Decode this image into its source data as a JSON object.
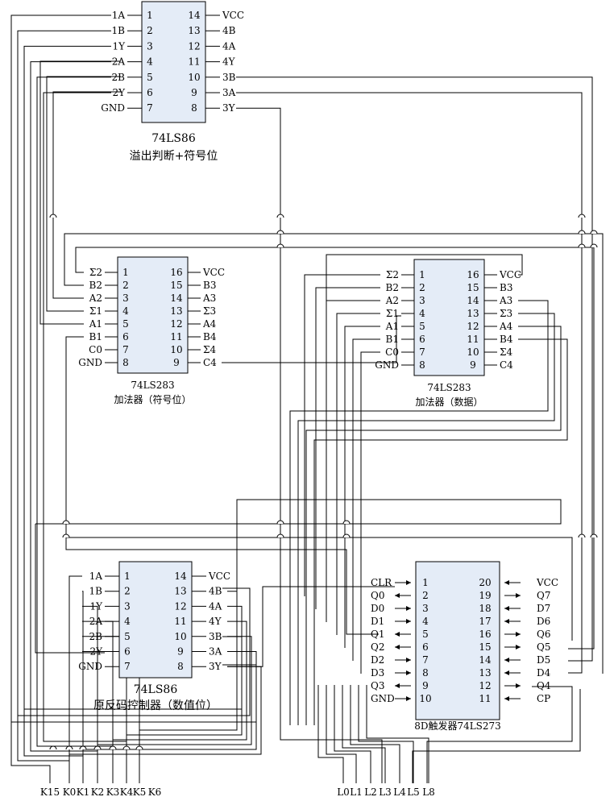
{
  "chips": {
    "u1": {
      "name": "74LS86",
      "caption": "溢出判断+符号位",
      "left": [
        {
          "sig": "1A",
          "pin": "1"
        },
        {
          "sig": "1B",
          "pin": "2"
        },
        {
          "sig": "1Y",
          "pin": "3"
        },
        {
          "sig": "2A",
          "pin": "4"
        },
        {
          "sig": "2B",
          "pin": "5"
        },
        {
          "sig": "2Y",
          "pin": "6"
        },
        {
          "sig": "GND",
          "pin": "7"
        }
      ],
      "right": [
        {
          "sig": "VCC",
          "pin": "14"
        },
        {
          "sig": "4B",
          "pin": "13"
        },
        {
          "sig": "4A",
          "pin": "12"
        },
        {
          "sig": "4Y",
          "pin": "11"
        },
        {
          "sig": "3B",
          "pin": "10"
        },
        {
          "sig": "3A",
          "pin": "9"
        },
        {
          "sig": "3Y",
          "pin": "8"
        }
      ]
    },
    "u2": {
      "name": "74LS283",
      "caption": "加法器（符号位）",
      "left": [
        {
          "sig": "Σ2",
          "pin": "1"
        },
        {
          "sig": "B2",
          "pin": "2"
        },
        {
          "sig": "A2",
          "pin": "3"
        },
        {
          "sig": "Σ1",
          "pin": "4"
        },
        {
          "sig": "A1",
          "pin": "5"
        },
        {
          "sig": "B1",
          "pin": "6"
        },
        {
          "sig": "C0",
          "pin": "7"
        },
        {
          "sig": "GND",
          "pin": "8"
        }
      ],
      "right": [
        {
          "sig": "VCC",
          "pin": "16"
        },
        {
          "sig": "B3",
          "pin": "15"
        },
        {
          "sig": "A3",
          "pin": "14"
        },
        {
          "sig": "Σ3",
          "pin": "13"
        },
        {
          "sig": "A4",
          "pin": "12"
        },
        {
          "sig": "B4",
          "pin": "11"
        },
        {
          "sig": "Σ4",
          "pin": "10"
        },
        {
          "sig": "C4",
          "pin": "9"
        }
      ]
    },
    "u3": {
      "name": "74LS283",
      "caption": "加法器（数据）",
      "left": [
        {
          "sig": "Σ2",
          "pin": "1"
        },
        {
          "sig": "B2",
          "pin": "2"
        },
        {
          "sig": "A2",
          "pin": "3"
        },
        {
          "sig": "Σ1",
          "pin": "4"
        },
        {
          "sig": "A1",
          "pin": "5"
        },
        {
          "sig": "B1",
          "pin": "6"
        },
        {
          "sig": "C0",
          "pin": "7"
        },
        {
          "sig": "GND",
          "pin": "8"
        }
      ],
      "right": [
        {
          "sig": "VCC",
          "pin": "16"
        },
        {
          "sig": "B3",
          "pin": "15"
        },
        {
          "sig": "A3",
          "pin": "14"
        },
        {
          "sig": "Σ3",
          "pin": "13"
        },
        {
          "sig": "A4",
          "pin": "12"
        },
        {
          "sig": "B4",
          "pin": "11"
        },
        {
          "sig": "Σ4",
          "pin": "10"
        },
        {
          "sig": "C4",
          "pin": "9"
        }
      ]
    },
    "u4": {
      "name": "74LS86",
      "caption": "原反码控制器（数值位）",
      "left": [
        {
          "sig": "1A",
          "pin": "1"
        },
        {
          "sig": "1B",
          "pin": "2"
        },
        {
          "sig": "1Y",
          "pin": "3"
        },
        {
          "sig": "2A",
          "pin": "4"
        },
        {
          "sig": "2B",
          "pin": "5"
        },
        {
          "sig": "2Y",
          "pin": "6"
        },
        {
          "sig": "GND",
          "pin": "7"
        }
      ],
      "right": [
        {
          "sig": "VCC",
          "pin": "14"
        },
        {
          "sig": "4B",
          "pin": "13"
        },
        {
          "sig": "4A",
          "pin": "12"
        },
        {
          "sig": "4Y",
          "pin": "11"
        },
        {
          "sig": "3B",
          "pin": "10"
        },
        {
          "sig": "3A",
          "pin": "9"
        },
        {
          "sig": "3Y",
          "pin": "8"
        }
      ]
    },
    "u5": {
      "name": "8D触发器74LS273",
      "left": [
        {
          "sig": "CLR",
          "pin": "1"
        },
        {
          "sig": "Q0",
          "pin": "2"
        },
        {
          "sig": "D0",
          "pin": "3"
        },
        {
          "sig": "D1",
          "pin": "4"
        },
        {
          "sig": "Q1",
          "pin": "5"
        },
        {
          "sig": "Q2",
          "pin": "6"
        },
        {
          "sig": "D2",
          "pin": "7"
        },
        {
          "sig": "D3",
          "pin": "8"
        },
        {
          "sig": "Q3",
          "pin": "9"
        },
        {
          "sig": "GND",
          "pin": "10"
        }
      ],
      "right": [
        {
          "sig": "VCC",
          "pin": "20"
        },
        {
          "sig": "Q7",
          "pin": "19"
        },
        {
          "sig": "D7",
          "pin": "18"
        },
        {
          "sig": "D6",
          "pin": "17"
        },
        {
          "sig": "Q6",
          "pin": "16"
        },
        {
          "sig": "Q5",
          "pin": "15"
        },
        {
          "sig": "D5",
          "pin": "14"
        },
        {
          "sig": "D4",
          "pin": "13"
        },
        {
          "sig": "Q4",
          "pin": "12"
        },
        {
          "sig": "CP",
          "pin": "11"
        }
      ]
    }
  },
  "switch_labels": [
    "K15",
    "K0",
    "K1",
    "K2",
    "K3",
    "K4",
    "K5",
    "K6"
  ],
  "led_labels": [
    "L0",
    "L1",
    "L2",
    "L3",
    "L4",
    "L5",
    "L8"
  ]
}
